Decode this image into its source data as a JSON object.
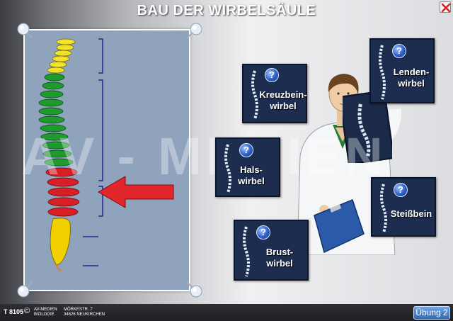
{
  "title": "BAU DER WIRBELSÄULE",
  "watermark": "AV - MEDIEN",
  "cards": [
    {
      "id": "kreuzbein",
      "label": "Kreuzbein-\nwirbel"
    },
    {
      "id": "lenden",
      "label": "Lenden-\nwirbel"
    },
    {
      "id": "hals",
      "label": "Hals-\nwirbel"
    },
    {
      "id": "steiss",
      "label": "Steißbein"
    },
    {
      "id": "brust",
      "label": "Brust-\nwirbel"
    }
  ],
  "question_mark": "?",
  "footer": {
    "code": "T 8105",
    "copyright": "©",
    "publisher_line1": "AV-MEDIEN",
    "publisher_line2": "BIOLOGIE",
    "address_line1": "MÖRKESTR. 7",
    "address_line2": "34626 NEUKIRCHEN",
    "next_label": "Übung 2"
  },
  "colors": {
    "cervical": "#f2e22a",
    "thoracic": "#1e9a2e",
    "lumbar": "#d81f26",
    "sacrum": "#f2d000",
    "arrow": "#e1262c",
    "bracket": "#1e2d8c",
    "card": "#1c2d50"
  },
  "icons": [
    "close-icon",
    "pushpin-icon",
    "question-icon",
    "arrow-left-icon"
  ]
}
